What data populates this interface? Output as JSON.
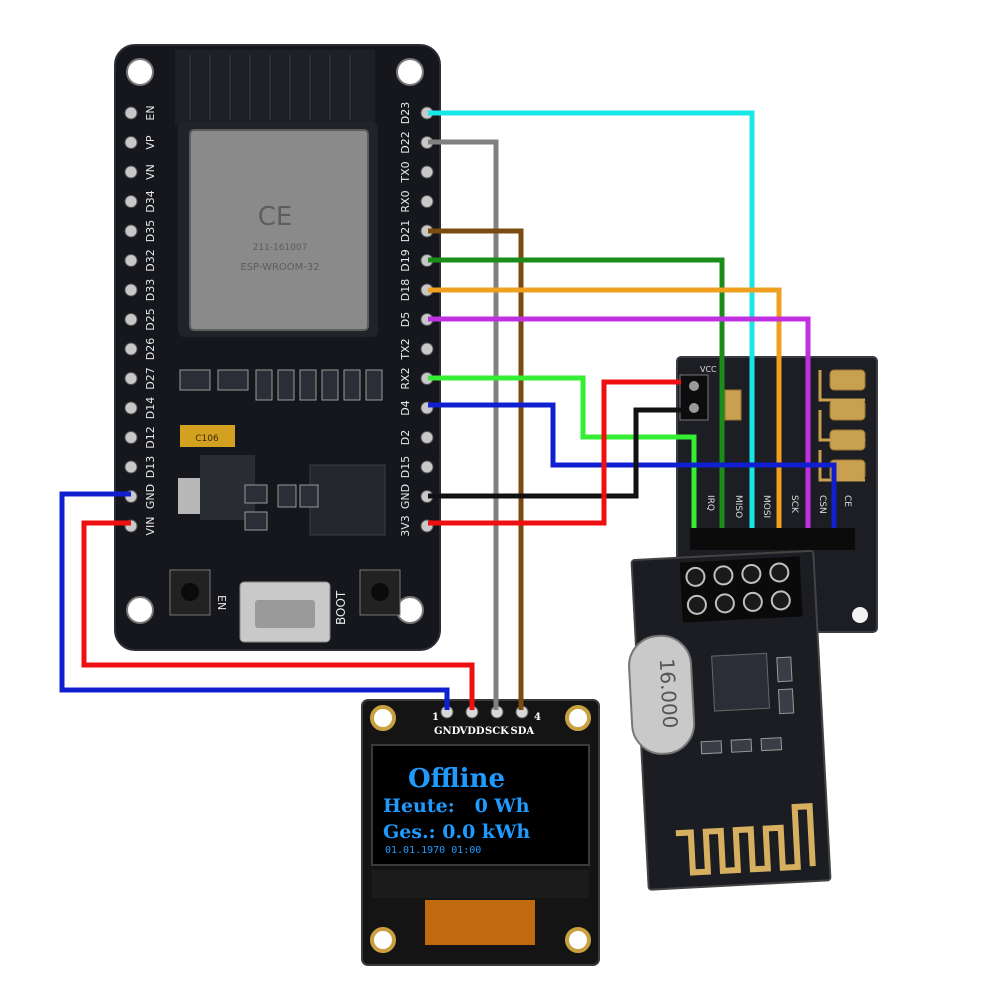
{
  "esp32": {
    "left_pins": [
      "EN",
      "VP",
      "VN",
      "D34",
      "D35",
      "D32",
      "D33",
      "D25",
      "D26",
      "D27",
      "D14",
      "D12",
      "D13",
      "GND",
      "VIN"
    ],
    "right_pins": [
      "D23",
      "D22",
      "TX0",
      "RX0",
      "D21",
      "D19",
      "D18",
      "D5",
      "TX2",
      "RX2",
      "D4",
      "D2",
      "D15",
      "GND",
      "3V3"
    ],
    "module_marks": [
      "CE",
      "211-161007",
      "ESP-WROOM-32"
    ],
    "cap_label": "C106",
    "button_left": "EN",
    "button_right": "BOOT"
  },
  "oled": {
    "pin_index_left": "1",
    "pin_index_right": "4",
    "pin_labels": [
      "GND",
      "VDD",
      "SCK",
      "SDA"
    ],
    "screen_lines": [
      "Offline",
      "Heute:   0 Wh",
      "Ges.: 0.0 kWh",
      "01.01.1970 01:00"
    ]
  },
  "nrf24": {
    "crystal_label": "16.000",
    "vcc_label": "VCC",
    "pin_labels": [
      "IRQ",
      "MISO",
      "MOSI",
      "SCK",
      "CSN",
      "CE"
    ]
  },
  "colors": {
    "cyan": "#19e6e6",
    "gray": "#808080",
    "brown": "#7a4a10",
    "green": "#1a8c1a",
    "orange": "#f0a020",
    "purple": "#c030e0",
    "light_green": "#33ee33",
    "blue": "#1020d0",
    "red": "#ee1010",
    "black": "#111111"
  }
}
